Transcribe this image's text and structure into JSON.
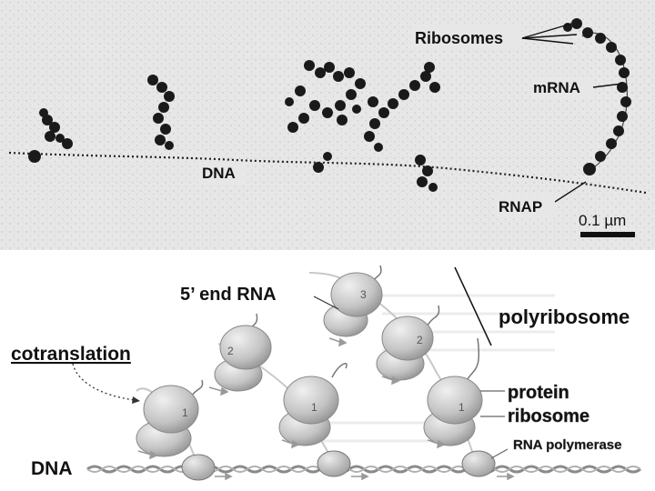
{
  "micrograph": {
    "labels": {
      "ribosomes": "Ribosomes",
      "mrna": "mRNA",
      "dna": "DNA",
      "rnap": "RNAP",
      "scale": "0.1 µm"
    }
  },
  "schematic": {
    "labels": {
      "five_prime": "5’ end RNA",
      "polyribosome": "polyribosome",
      "cotranslation": "cotranslation",
      "protein": "protein",
      "ribosome": "ribosome",
      "rna_polymerase": "RNA polymerase",
      "dna": "DNA"
    },
    "ribosome_numbers": [
      "1",
      "2",
      "1",
      "3",
      "2",
      "1"
    ]
  }
}
